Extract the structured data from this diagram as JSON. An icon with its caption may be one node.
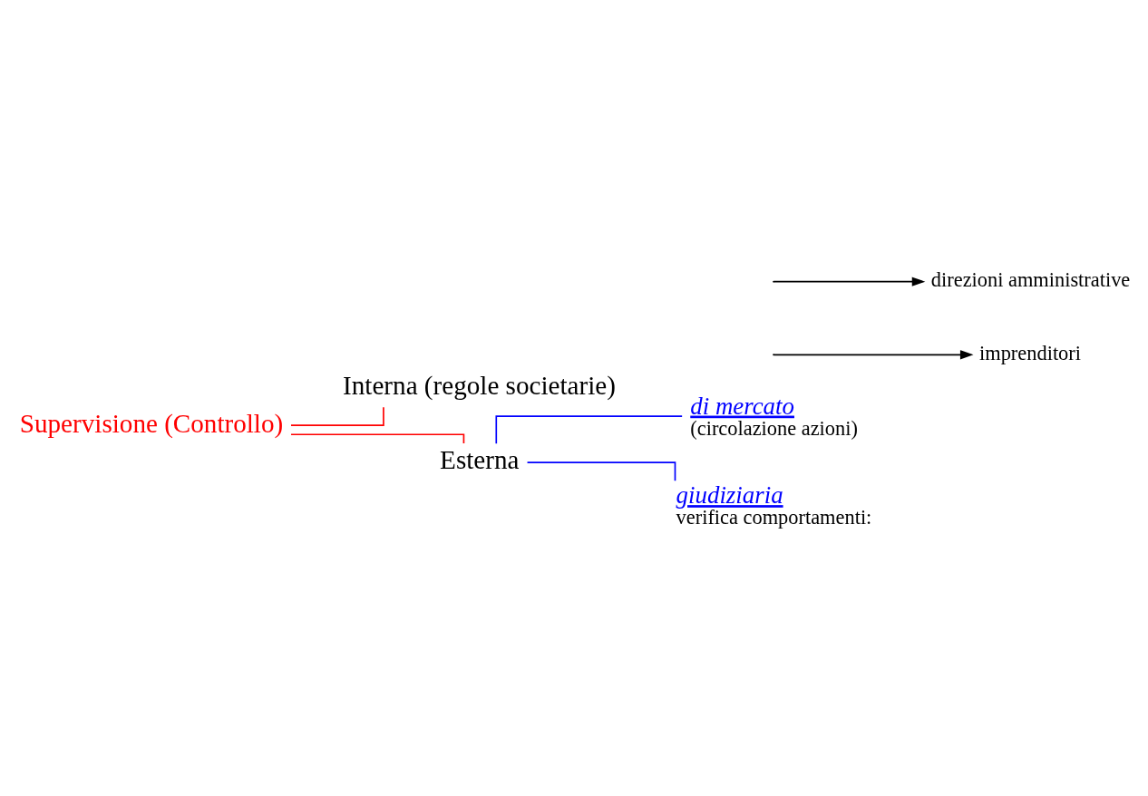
{
  "diagram": {
    "nodes": [
      {
        "text": [
          "Supervisione (Controllo)"
        ]
      },
      {
        "text": [
          "Interna (regole societarie)"
        ]
      },
      {
        "text": [
          "Esterna"
        ]
      },
      {
        "text": [
          "di mercato",
          "(circolazione azioni)"
        ]
      },
      {
        "text": [
          "giudiziaria",
          "verifica comportamenti:"
        ]
      },
      {
        "text": [
          "imprenditori"
        ]
      },
      {
        "text": [
          "direzioni amministrative"
        ]
      }
    ],
    "edges": [
      {
        "from": 0,
        "to": 1,
        "arrow": "none",
        "color": "#ff0000"
      },
      {
        "from": 0,
        "to": 2,
        "arrow": "none",
        "color": "#ff0000"
      },
      {
        "from": 2,
        "to": 3,
        "arrow": "none",
        "color": "#0000ff"
      },
      {
        "from": 2,
        "to": 4,
        "arrow": "none",
        "color": "#0000ff"
      },
      {
        "from": null,
        "to": 5,
        "arrow": "to",
        "color": "#000000"
      },
      {
        "from": null,
        "to": 6,
        "arrow": "to",
        "color": "#000000"
      }
    ]
  }
}
